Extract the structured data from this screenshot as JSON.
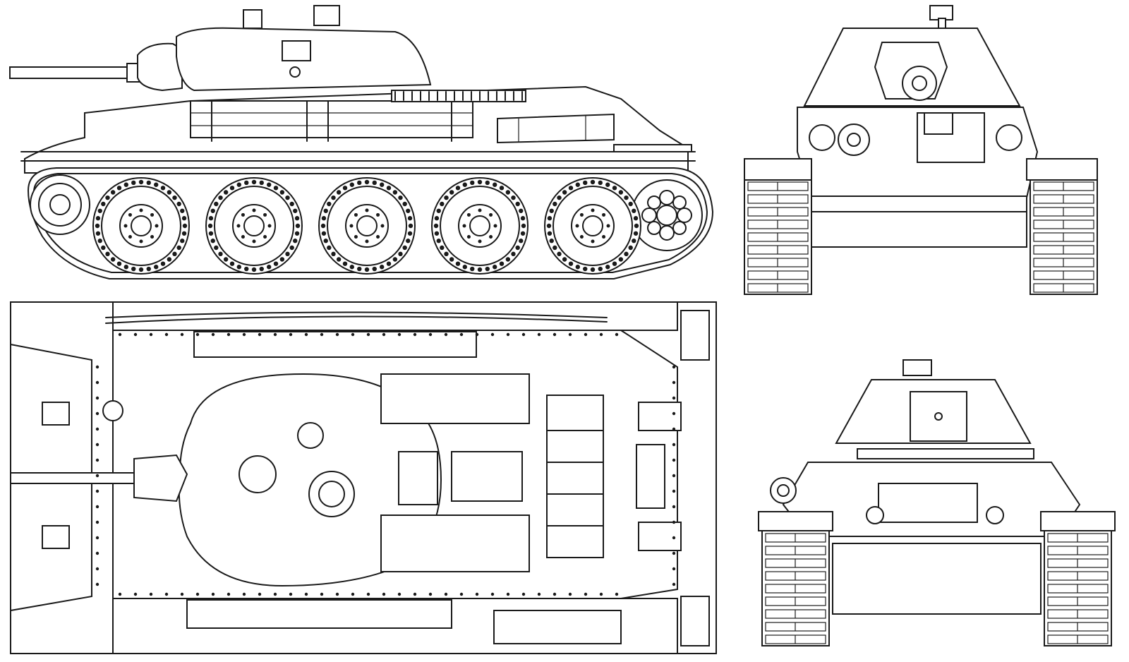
{
  "drawing": {
    "subject_icon": "tank-icon",
    "views": [
      "side",
      "top",
      "front",
      "rear"
    ],
    "line_color": "#1a1a1a",
    "background_color": "#ffffff",
    "road_wheel_count": 5
  }
}
